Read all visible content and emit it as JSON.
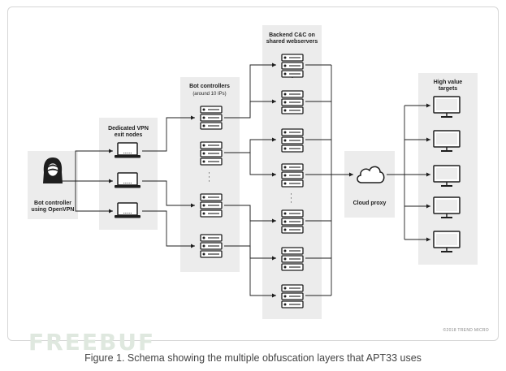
{
  "figure": {
    "labels": {
      "bot_controller_user": "Bot controller\nusing OpenVPN",
      "vpn_nodes": "Dedicated VPN\nexit nodes",
      "bot_controllers": "Bot controllers",
      "bot_controllers_note": "(around 10 IPs)",
      "backend": "Backend C&C on\nshared webservers",
      "cloud_proxy": "Cloud proxy",
      "targets": "High value\ntargets"
    },
    "ellipsis": "·\n·\n·",
    "copyright": "©2018 TREND MICRO"
  },
  "watermark": "FREEBUF",
  "caption": "Figure 1. Schema showing the multiple obfuscation layers that APT33 uses"
}
